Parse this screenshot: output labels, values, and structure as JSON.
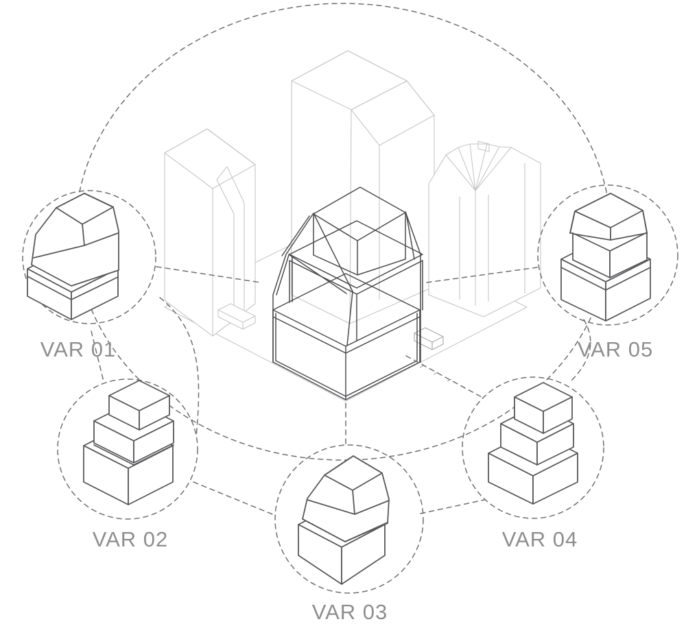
{
  "variants": [
    {
      "label": "VAR 01"
    },
    {
      "label": "VAR 02"
    },
    {
      "label": "VAR 03"
    },
    {
      "label": "VAR 04"
    },
    {
      "label": "VAR 05"
    }
  ],
  "colors": {
    "background": "#ffffff",
    "context_line": "#c6c6c9",
    "context_line_mid": "#a9a9ad",
    "central_line": "#4b4b4e",
    "variant_line": "#58585b",
    "dashed_line": "#6f6f73",
    "label_text": "#8e8e8e"
  }
}
